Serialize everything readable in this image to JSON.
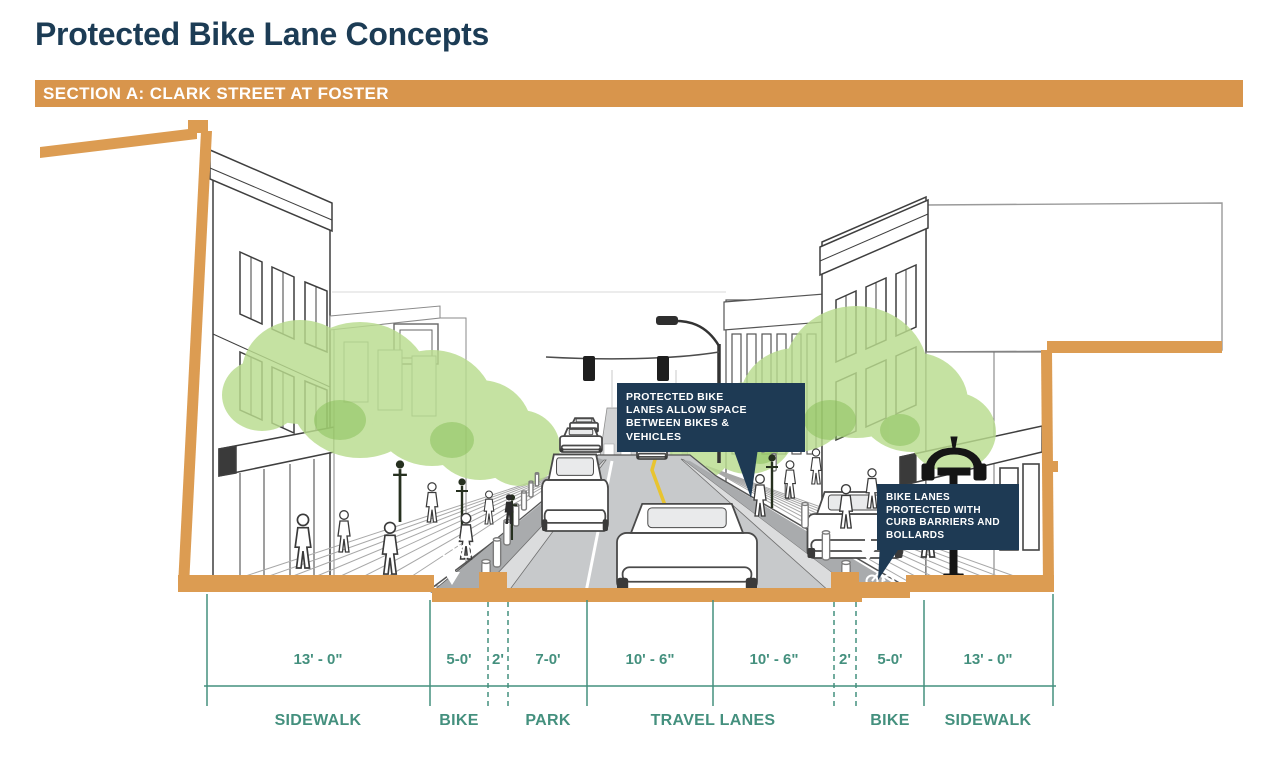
{
  "page": {
    "title": "Protected Bike Lane Concepts",
    "banner": "SECTION A: CLARK STREET AT FOSTER"
  },
  "palette": {
    "title_navy": "#1C3C55",
    "banner_orange": "#D8954C",
    "cutline_orange": "#DC9C52",
    "callout_navy": "#1E3A54",
    "dimension_teal": "#44907E",
    "tree_green": "#B9DC8E",
    "road_gray": "#C7C9CB",
    "bike_lane_gray": "#A9ABAD",
    "centerline_yellow": "#E8C430"
  },
  "callouts": {
    "protected_lanes": {
      "lines": [
        "PROTECTED BIKE",
        "LANES ALLOW SPACE",
        "BETWEEN BIKES &",
        "VEHICLES"
      ]
    },
    "curb_barriers": {
      "lines": [
        "BIKE LANES",
        "PROTECTED WITH",
        "CURB BARRIERS AND",
        "BOLLARDS"
      ]
    }
  },
  "dimensions": {
    "values": [
      "13' - 0\"",
      "5-0'",
      "2'",
      "7-0'",
      "10' - 6\"",
      "10' - 6\"",
      "2'",
      "5-0'",
      "13' - 0\""
    ],
    "labels": [
      "SIDEWALK",
      "BIKE",
      "PARK",
      "TRAVEL LANES",
      "BIKE",
      "SIDEWALK"
    ]
  }
}
